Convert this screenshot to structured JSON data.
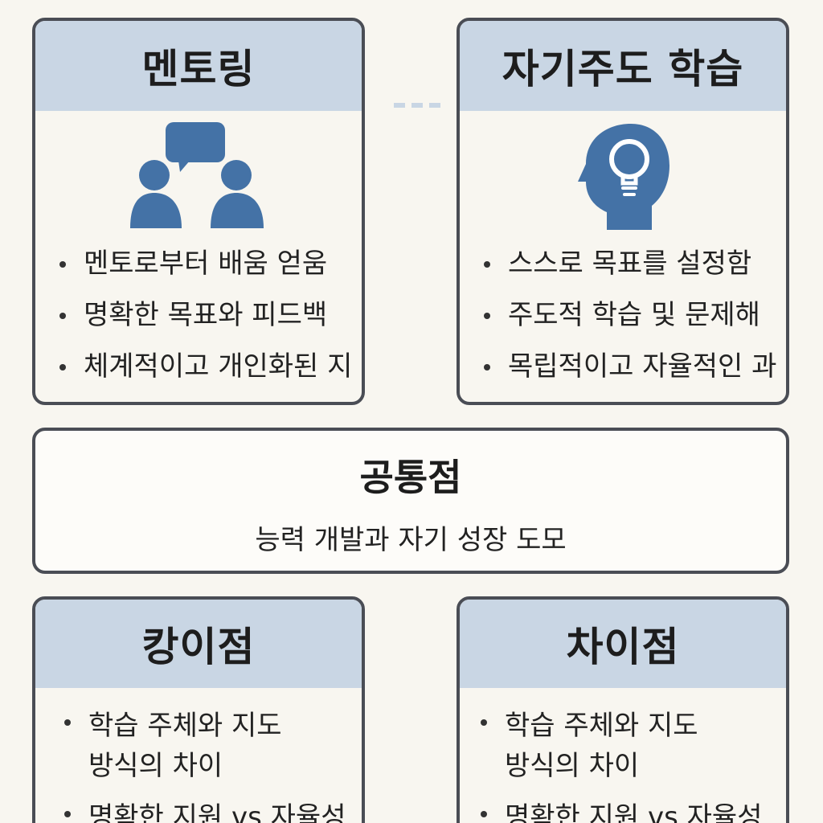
{
  "mentoring": {
    "title": "멘토링",
    "icon": "two-people-chat-icon",
    "items": [
      "멘토로부터 배움 얻움",
      "명확한 목표와 피드백",
      "체계적이고 개인화된 지"
    ]
  },
  "self_directed": {
    "title": "자기주도 학습",
    "icon": "head-lightbulb-icon",
    "items": [
      "스스로 목표를 설정함",
      "주도적 학습 및 문제해",
      "목립적이고 자율적인 과"
    ]
  },
  "common": {
    "title": "공통점",
    "subtitle": "능력 개발과 자기 성장 도모"
  },
  "similarity": {
    "title": "캉이점",
    "items": [
      "학습 주체와 지도\n방식의 차이",
      "명확한 지원 vs 자율성"
    ]
  },
  "difference": {
    "title": "차이점",
    "items": [
      "학습 주체와 지도\n방식의 차이",
      "명확한 지원 vs 자율성"
    ]
  },
  "colors": {
    "header_bg": "#c9d6e4",
    "icon_blue": "#4472a6",
    "border": "#4a4d55",
    "background": "#f8f6f0"
  }
}
